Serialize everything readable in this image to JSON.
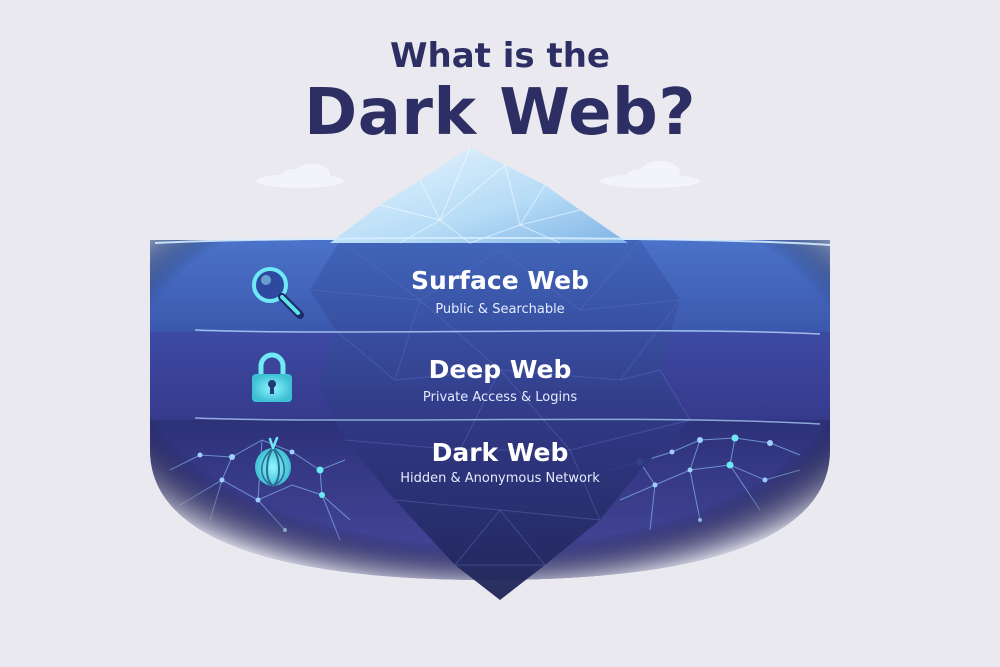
{
  "title": {
    "line1": "What is the",
    "line2": "Dark Web?"
  },
  "layers": [
    {
      "title": "Surface Web",
      "subtitle": "Public & Searchable",
      "icon": "magnifier-icon"
    },
    {
      "title": "Deep Web",
      "subtitle": "Private Access & Logins",
      "icon": "padlock-icon"
    },
    {
      "title": "Dark Web",
      "subtitle": "Hidden & Anonymous Network",
      "icon": "onion-icon"
    }
  ],
  "colors": {
    "title": "#2d2e63",
    "surface_band": "#3f5fb8",
    "deep_band": "#3a3c94",
    "dark_band": "#2a2b66",
    "icon_teal": "#5fe3e8",
    "background": "#e9e9ef"
  }
}
